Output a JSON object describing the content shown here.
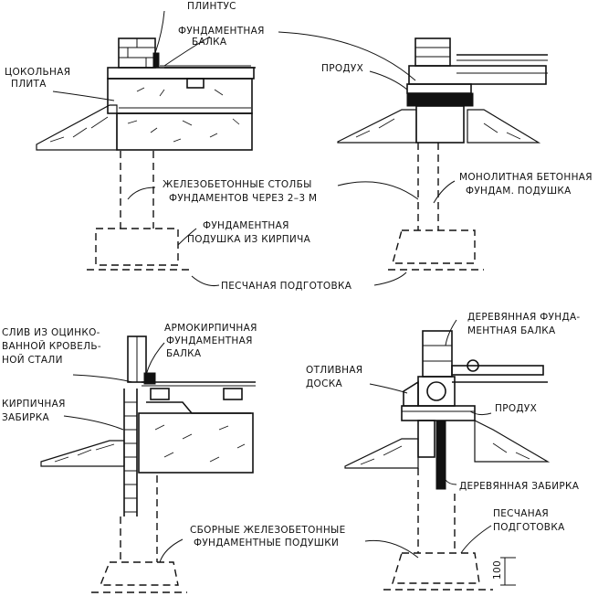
{
  "labels": {
    "plintus": "ПЛИНТУС",
    "fund_balka_1": "ФУНДАМЕНТНАЯ",
    "fund_balka_2": "БАЛКА",
    "tsokol_1": "ЦОКОЛЬНАЯ",
    "tsokol_2": "ПЛИТА",
    "produkh_top": "ПРОДУХ",
    "stolby_1": "ЖЕЛЕЗОБЕТОННЫЕ СТОЛБЫ",
    "stolby_2": "ФУНДАМЕНТОВ ЧЕРЕЗ 2–3 М",
    "monolit_1": "МОНОЛИТНАЯ БЕТОННАЯ",
    "monolit_2": "ФУНДАМ. ПОДУШКА",
    "podushka_1": "ФУНДАМЕНТНАЯ",
    "podushka_2": "ПОДУШКА ИЗ КИРПИЧА",
    "pesok_top": "ПЕСЧАНАЯ ПОДГОТОВКА",
    "sliv_1": "СЛИВ ИЗ ОЦИНКО-",
    "sliv_2": "ВАННОЙ КРОВЕЛЬ-",
    "sliv_3": "НОЙ СТАЛИ",
    "armo_1": "АРМОКИРПИЧНАЯ",
    "armo_2": "ФУНДАМЕНТНАЯ",
    "armo_3": "БАЛКА",
    "kirp_1": "КИРПИЧНАЯ",
    "kirp_2": "ЗАБИРКА",
    "derev_balka_1": "ДЕРЕВЯННАЯ ФУНДА-",
    "derev_balka_2": "МЕНТНАЯ БАЛКА",
    "otliv_1": "ОТЛИВНАЯ",
    "otliv_2": "ДОСКА",
    "produkh_bottom": "ПРОДУХ",
    "derev_zabirka": "ДЕРЕВЯННАЯ ЗАБИРКА",
    "sbornye_1": "СБОРНЫЕ ЖЕЛЕЗОБЕТОННЫЕ",
    "sbornye_2": "ФУНДАМЕНТНЫЕ ПОДУШКИ",
    "pesok_bottom_1": "ПЕСЧАНАЯ",
    "pesok_bottom_2": "ПОДГОТОВКА",
    "dim_100": "100"
  }
}
